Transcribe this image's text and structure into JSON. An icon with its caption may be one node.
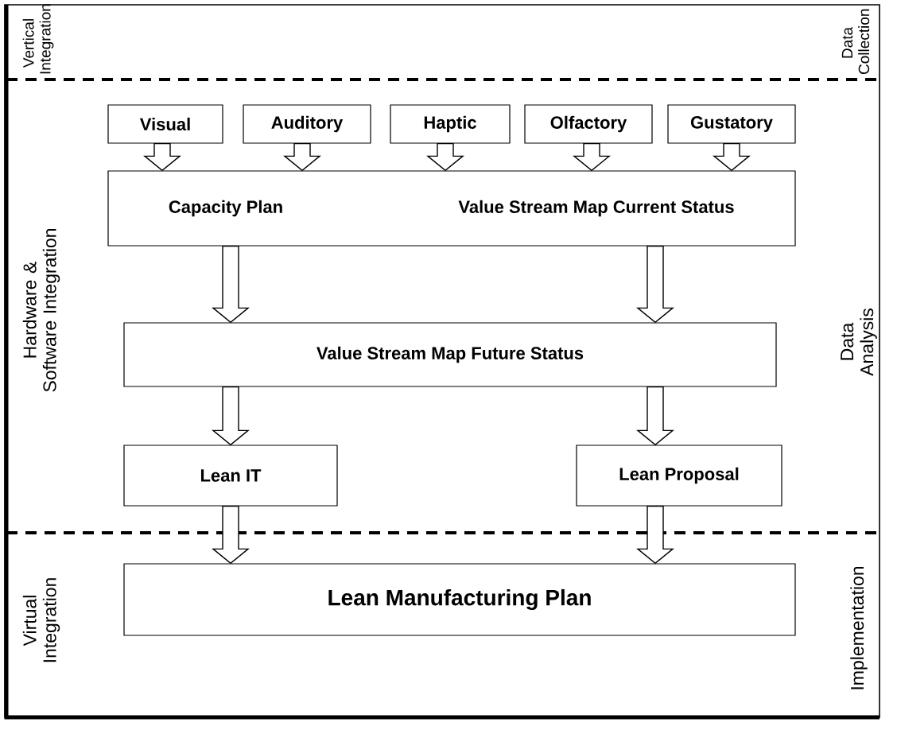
{
  "diagram": {
    "nodes": [
      {
        "text": [
          "Visual"
        ]
      },
      {
        "text": [
          "Auditory"
        ]
      },
      {
        "text": [
          "Haptic"
        ]
      },
      {
        "text": [
          "Olfactory"
        ]
      },
      {
        "text": [
          "Gustatory"
        ]
      },
      {
        "text": [
          "Capacity Plan",
          "Value Stream Map Current Status"
        ]
      },
      {
        "text": [
          "Value Stream Map Future Status"
        ]
      },
      {
        "text": [
          "Lean IT"
        ]
      },
      {
        "text": [
          "Lean Proposal"
        ]
      },
      {
        "text": [
          "Lean Manufacturing Plan"
        ]
      }
    ],
    "edges": [
      {
        "from": 0,
        "to": 5,
        "arrow": "to"
      },
      {
        "from": 1,
        "to": 5,
        "arrow": "to"
      },
      {
        "from": 2,
        "to": 5,
        "arrow": "to"
      },
      {
        "from": 3,
        "to": 5,
        "arrow": "to"
      },
      {
        "from": 4,
        "to": 5,
        "arrow": "to"
      },
      {
        "from": 5,
        "to": 6,
        "arrow": "to"
      },
      {
        "from": 5,
        "to": 6,
        "arrow": "to"
      },
      {
        "from": 6,
        "to": 7,
        "arrow": "to"
      },
      {
        "from": 6,
        "to": 8,
        "arrow": "to"
      },
      {
        "from": 7,
        "to": 9,
        "arrow": "to"
      },
      {
        "from": 8,
        "to": 9,
        "arrow": "to"
      }
    ],
    "labels": [
      "Vertical Integration",
      "Data Collection",
      "Hardware & Software Integration",
      "Data Analysis",
      "Virtual Integration",
      "Implementation"
    ]
  }
}
